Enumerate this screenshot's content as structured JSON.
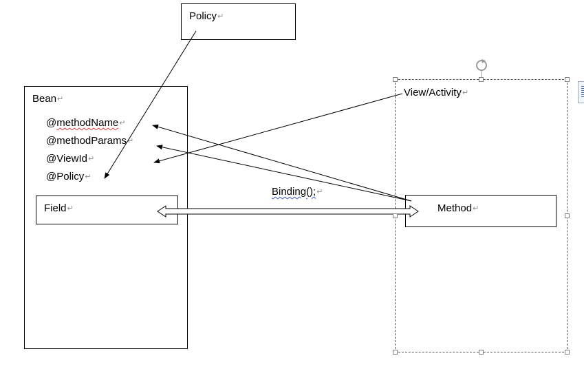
{
  "nodes": {
    "policy": {
      "label": "Policy"
    },
    "bean": {
      "label": "Bean",
      "annotations": [
        "@methodName",
        "@methodParams",
        "@ViewId",
        "@Policy"
      ]
    },
    "field": {
      "label": "Field"
    },
    "view_activity": {
      "label": "View/Activity"
    },
    "method": {
      "label": "Method"
    }
  },
  "binding_label": "Binding();",
  "paragraph_mark": "↵",
  "icons": [
    "rotate-handle-icon",
    "layout-options-icon"
  ],
  "colors": {
    "line": "#000000",
    "handle": "#7f7f7f",
    "spell_squiggle": "#e03a3a",
    "grammar_squiggle": "#3a57d8"
  }
}
